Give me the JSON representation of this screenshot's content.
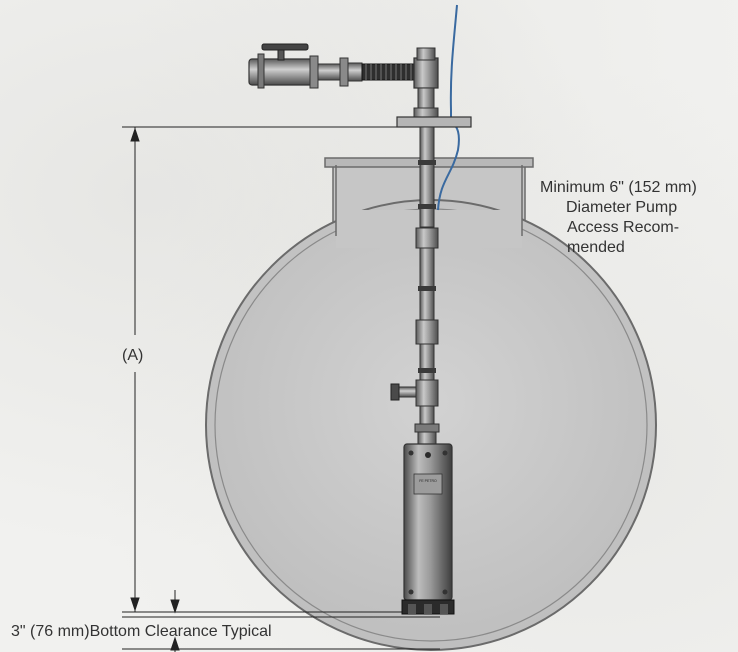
{
  "labels": {
    "pump_access_line1": "Minimum 6\" (152 mm)",
    "pump_access_line2": "Diameter Pump",
    "pump_access_line3": "Access Recom-",
    "pump_access_line4": "mended",
    "dimension_a": "(A)",
    "bottom_clearance": "3\" (76 mm)Bottom Clearance Typical"
  },
  "pump_plate": {
    "brand_text": "FE PETRO"
  },
  "colors": {
    "tank_fill": "#c8c8c8",
    "tank_stroke": "#6b6b6b",
    "pipe_dark": "#555555",
    "pipe_light": "#9a9a9a",
    "conduit_blue": "#3a6aa0",
    "dimension_line": "#222222",
    "background": "#f1f1ef"
  },
  "icons": {
    "valve_handle": "lever-valve-icon",
    "flex_connector": "flex-hose-icon",
    "check_valve": "side-port-valve-icon"
  }
}
